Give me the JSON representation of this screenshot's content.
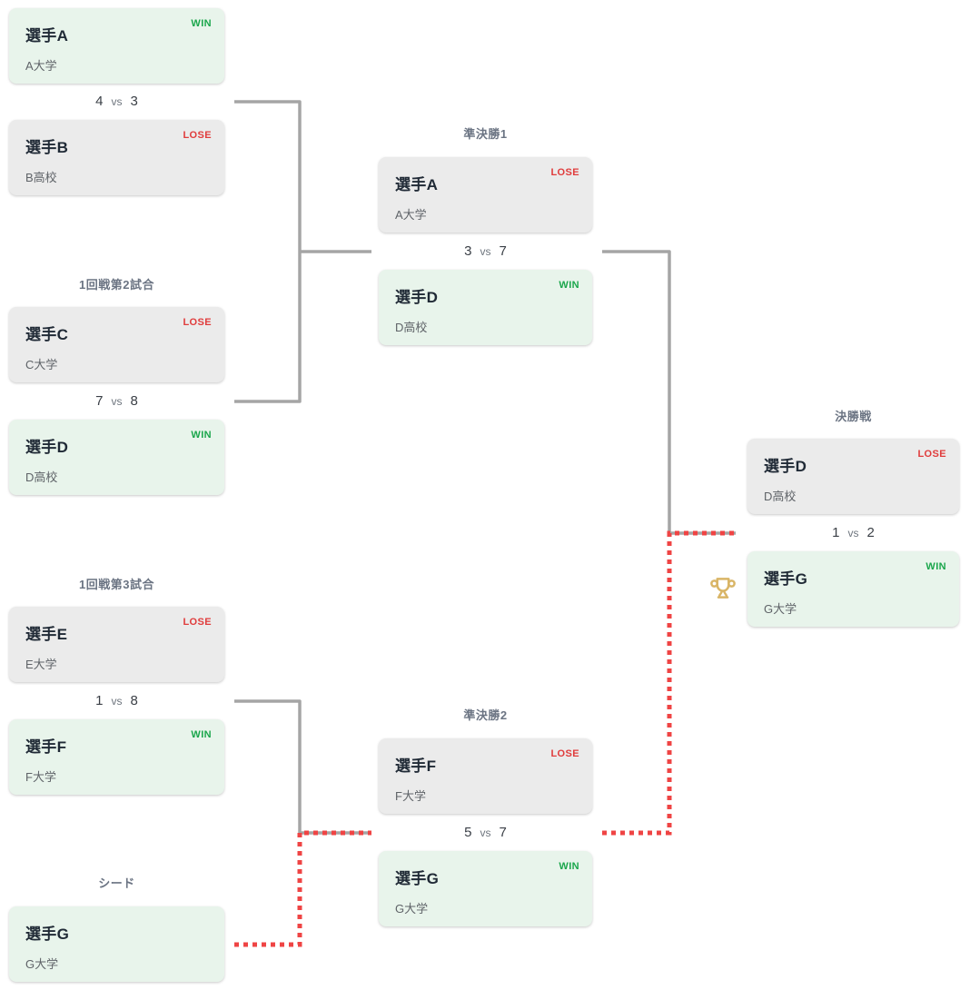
{
  "colors": {
    "win_bg": "#e8f4eb",
    "win_text": "#1aa64b",
    "lose_bg": "#ebebeb",
    "lose_text": "#e03c3c",
    "name_text": "#202a36",
    "school_text": "#5f6368",
    "label_text": "#6b7483",
    "score_text": "#3a3f46",
    "vs_text": "#6e757e",
    "line_gray": "#a5a5a5",
    "line_red": "#ef4444",
    "trophy": "#d9b566"
  },
  "labels": {
    "r1m2": "1回戦第2試合",
    "r1m3": "1回戦第3試合",
    "seed": "シード",
    "sf1": "準決勝1",
    "sf2": "準決勝2",
    "final": "決勝戦"
  },
  "scores": {
    "r1m1": {
      "a": "4",
      "vs": "vs",
      "b": "3"
    },
    "r1m2": {
      "a": "7",
      "vs": "vs",
      "b": "8"
    },
    "r1m3": {
      "a": "1",
      "vs": "vs",
      "b": "8"
    },
    "sf1": {
      "a": "3",
      "vs": "vs",
      "b": "7"
    },
    "sf2": {
      "a": "5",
      "vs": "vs",
      "b": "7"
    },
    "final": {
      "a": "1",
      "vs": "vs",
      "b": "2"
    }
  },
  "cards": {
    "r1m1_a": {
      "name": "選手A",
      "school": "A大学",
      "badge": "WIN",
      "result": "win"
    },
    "r1m1_b": {
      "name": "選手B",
      "school": "B高校",
      "badge": "LOSE",
      "result": "lose"
    },
    "r1m2_c": {
      "name": "選手C",
      "school": "C大学",
      "badge": "LOSE",
      "result": "lose"
    },
    "r1m2_d": {
      "name": "選手D",
      "school": "D高校",
      "badge": "WIN",
      "result": "win"
    },
    "r1m3_e": {
      "name": "選手E",
      "school": "E大学",
      "badge": "LOSE",
      "result": "lose"
    },
    "r1m3_f": {
      "name": "選手F",
      "school": "F大学",
      "badge": "WIN",
      "result": "win"
    },
    "seed_g": {
      "name": "選手G",
      "school": "G大学",
      "badge": "",
      "result": "seed"
    },
    "sf1_a": {
      "name": "選手A",
      "school": "A大学",
      "badge": "LOSE",
      "result": "lose"
    },
    "sf1_d": {
      "name": "選手D",
      "school": "D高校",
      "badge": "WIN",
      "result": "win"
    },
    "sf2_f": {
      "name": "選手F",
      "school": "F大学",
      "badge": "LOSE",
      "result": "lose"
    },
    "sf2_g": {
      "name": "選手G",
      "school": "G大学",
      "badge": "WIN",
      "result": "win"
    },
    "final_d": {
      "name": "選手D",
      "school": "D高校",
      "badge": "LOSE",
      "result": "lose"
    },
    "final_g": {
      "name": "選手G",
      "school": "G大学",
      "badge": "WIN",
      "result": "win"
    }
  },
  "icons": {
    "trophy": "trophy-icon"
  }
}
